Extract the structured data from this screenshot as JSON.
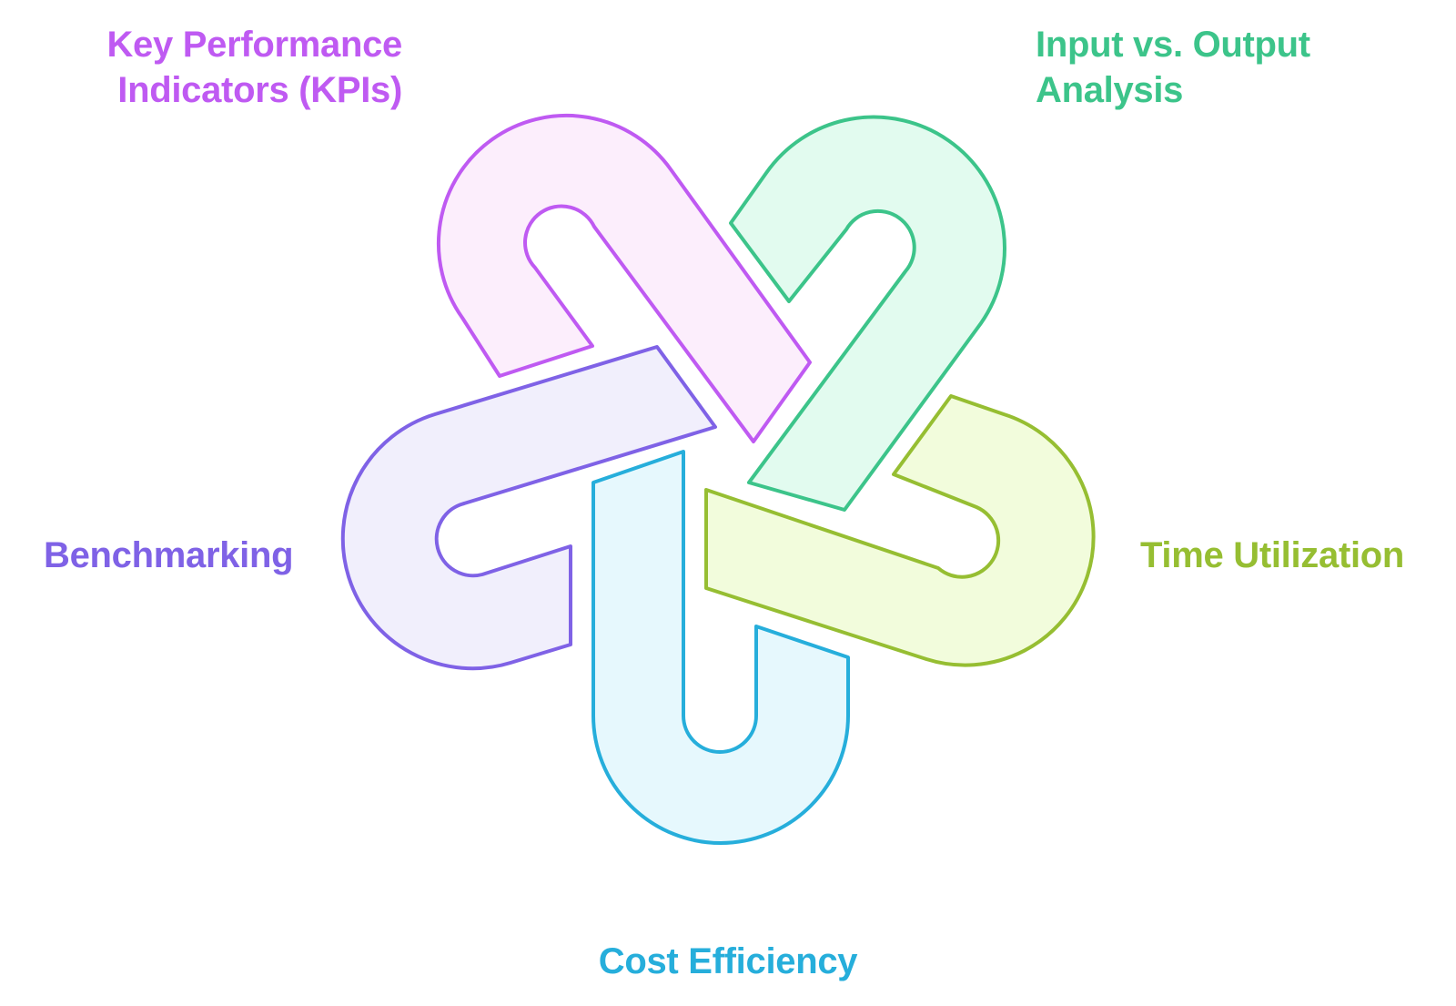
{
  "diagram": {
    "segments": [
      {
        "id": "kpi",
        "label_lines": [
          "Key Performance",
          "Indicators (KPIs)"
        ],
        "stroke": "#BF5AF2",
        "fill": "#FCEEFC"
      },
      {
        "id": "input-output",
        "label_lines": [
          "Input vs. Output",
          "Analysis"
        ],
        "stroke": "#3CC48A",
        "fill": "#E2FBEF"
      },
      {
        "id": "time",
        "label_lines": [
          "Time Utilization"
        ],
        "stroke": "#96BE32",
        "fill": "#F2FCDC"
      },
      {
        "id": "cost",
        "label_lines": [
          "Cost Efficiency"
        ],
        "stroke": "#26AEDB",
        "fill": "#E6F8FD"
      },
      {
        "id": "benchmarking",
        "label_lines": [
          "Benchmarking"
        ],
        "stroke": "#7F62E6",
        "fill": "#F1EFFC"
      }
    ]
  }
}
